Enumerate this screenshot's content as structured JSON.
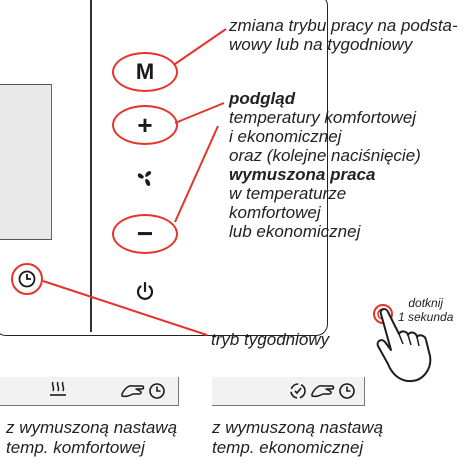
{
  "buttons": {
    "mode_label": "M",
    "plus_label": "+",
    "minus_label": "−"
  },
  "notes": {
    "mode_line1": "zmiana trybu pracy na podsta-",
    "mode_line2": "wowy lub na tygodniowy",
    "preview_title": "podgląd",
    "preview_line1": "temperatury komfortowej",
    "preview_line2": "i ekonomicznej",
    "preview_line3": "oraz (kolejne naciśnięcie)",
    "forced_title": "wymuszona praca",
    "forced_line1": "w temperaturze",
    "forced_line2": "komfortowej",
    "forced_line3": "lub ekonomicznej",
    "weekly": "tryb tygodniowy"
  },
  "touch": {
    "line1": "dotknij",
    "line2": "1 sekunda"
  },
  "captions": {
    "comfort_line1": "z wymuszoną nastawą",
    "comfort_line2": "temp. komfortowej",
    "eco_line1": "z wymuszoną nastawą",
    "eco_line2": "temp. ekonomicznej"
  },
  "colors": {
    "accent": "#e5342a",
    "outline": "#222222",
    "screen": "#e9e9e9"
  },
  "icons": {
    "fan": "fan-icon",
    "power": "power-icon",
    "clock": "clock-icon",
    "heat": "heat-waves-icon",
    "hand": "hand-icon",
    "eco": "eco-cycle-icon"
  }
}
